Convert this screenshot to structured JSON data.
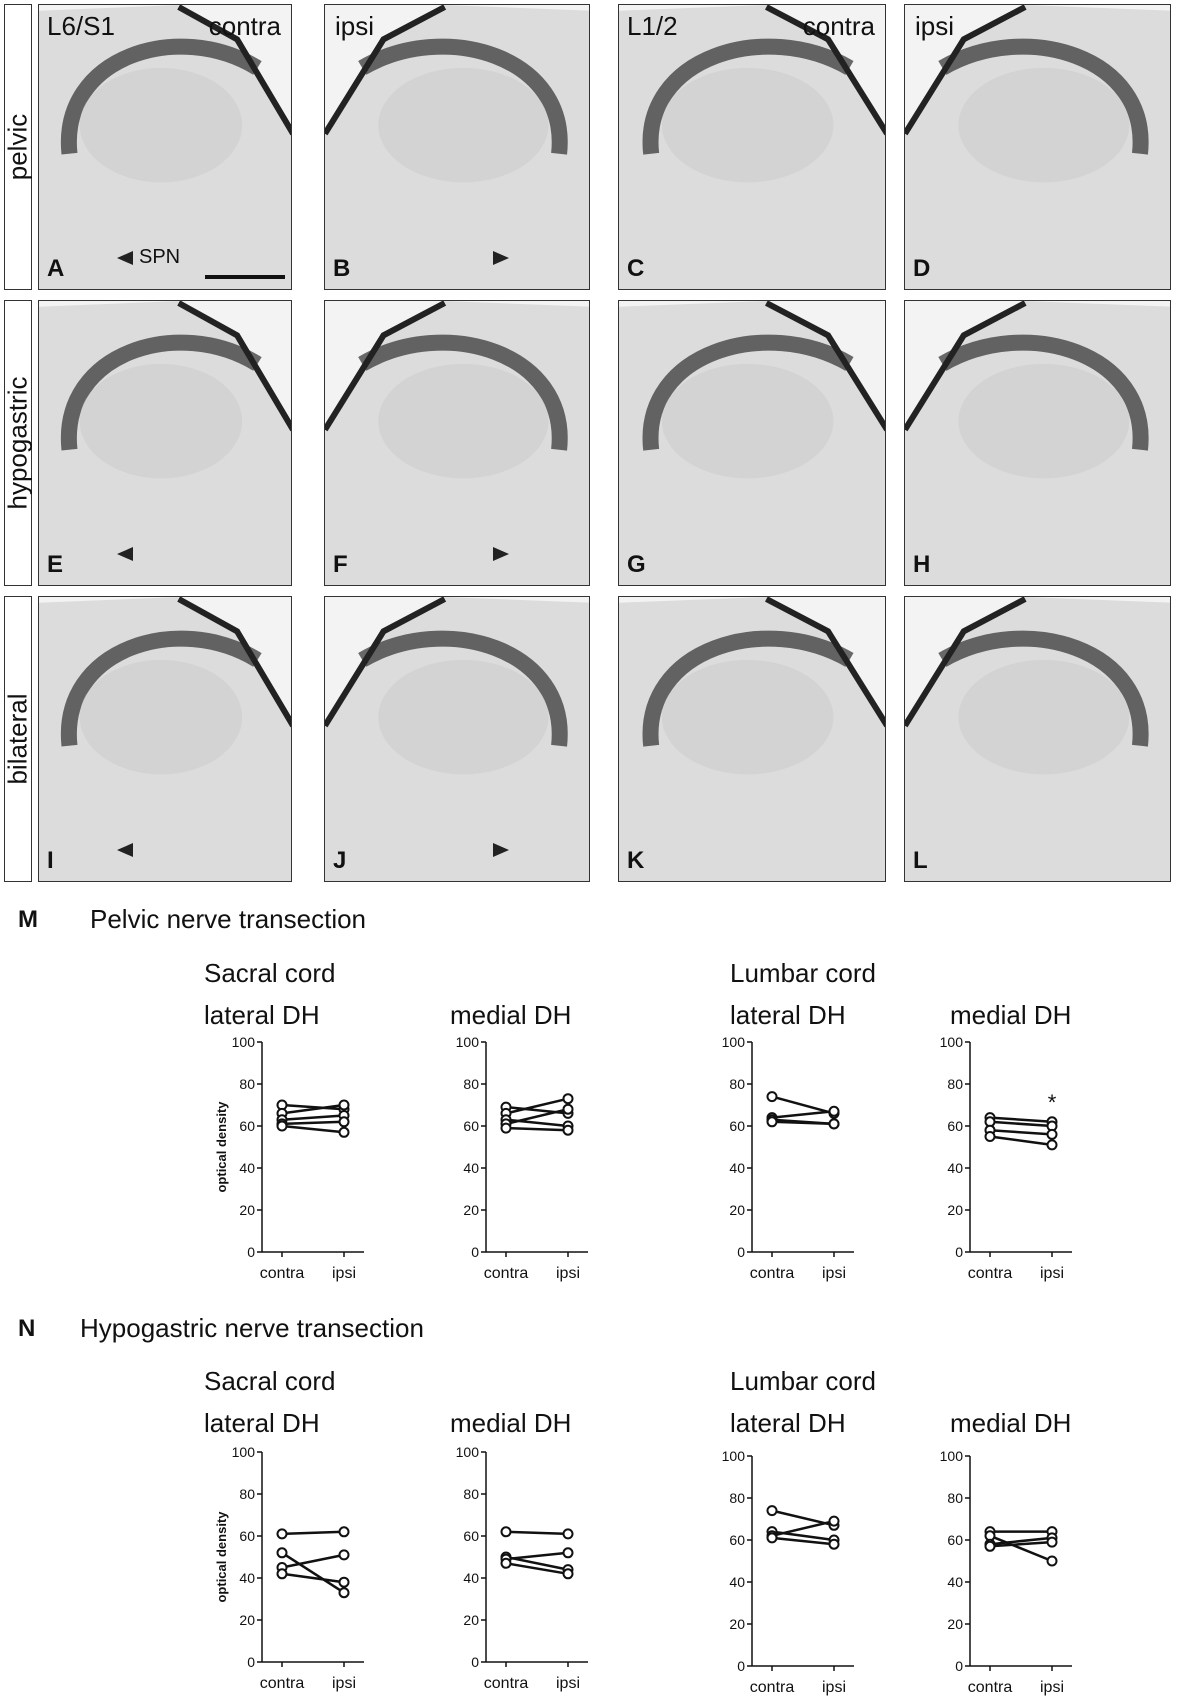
{
  "panels": {
    "row_labels": [
      "pelvic",
      "hypogastric",
      "bilateral"
    ],
    "column_labels": {
      "L6S1": "L6/S1",
      "L12": "L1/2",
      "contra": "contra",
      "ipsi": "ipsi"
    },
    "letters": [
      "A",
      "B",
      "C",
      "D",
      "E",
      "F",
      "G",
      "H",
      "I",
      "J",
      "K",
      "L"
    ],
    "spn_label": "SPN"
  },
  "sections": {
    "M": {
      "letter": "M",
      "title": "Pelvic nerve transection"
    },
    "N": {
      "letter": "N",
      "title": "Hypogastric nerve transection"
    }
  },
  "headings": {
    "sacral": "Sacral cord",
    "lumbar": "Lumbar cord",
    "lateral": "lateral DH",
    "medial": "medial DH"
  },
  "axis": {
    "ylabel": "optical density",
    "yticks": [
      "0",
      "20",
      "40",
      "60",
      "80",
      "100"
    ],
    "xticks": [
      "contra",
      "ipsi"
    ]
  },
  "chart_data": [
    {
      "type": "line",
      "group": "Pelvic nerve transection",
      "region": "Sacral cord lateral DH",
      "ylabel": "optical density",
      "categories": [
        "contra",
        "ipsi"
      ],
      "ylim": [
        0,
        100
      ],
      "series": [
        {
          "values": [
            70,
            68
          ]
        },
        {
          "values": [
            66,
            70
          ]
        },
        {
          "values": [
            63,
            65
          ]
        },
        {
          "values": [
            61,
            62
          ]
        },
        {
          "values": [
            60,
            57
          ]
        }
      ]
    },
    {
      "type": "line",
      "group": "Pelvic nerve transection",
      "region": "Sacral cord medial DH",
      "ylabel": "",
      "categories": [
        "contra",
        "ipsi"
      ],
      "ylim": [
        0,
        100
      ],
      "series": [
        {
          "values": [
            69,
            66
          ]
        },
        {
          "values": [
            66,
            73
          ]
        },
        {
          "values": [
            63,
            60
          ]
        },
        {
          "values": [
            61,
            68
          ]
        },
        {
          "values": [
            59,
            58
          ]
        }
      ]
    },
    {
      "type": "line",
      "group": "Pelvic nerve transection",
      "region": "Lumbar cord lateral DH",
      "ylabel": "",
      "categories": [
        "contra",
        "ipsi"
      ],
      "ylim": [
        0,
        100
      ],
      "series": [
        {
          "values": [
            74,
            66
          ]
        },
        {
          "values": [
            64,
            67
          ]
        },
        {
          "values": [
            63,
            61
          ]
        },
        {
          "values": [
            62,
            61
          ]
        }
      ]
    },
    {
      "type": "line",
      "group": "Pelvic nerve transection",
      "region": "Lumbar cord medial DH",
      "ylabel": "",
      "categories": [
        "contra",
        "ipsi"
      ],
      "ylim": [
        0,
        100
      ],
      "annotation": "*",
      "series": [
        {
          "values": [
            64,
            62
          ]
        },
        {
          "values": [
            62,
            60
          ]
        },
        {
          "values": [
            58,
            56
          ]
        },
        {
          "values": [
            55,
            51
          ]
        }
      ]
    },
    {
      "type": "line",
      "group": "Hypogastric nerve transection",
      "region": "Sacral cord lateral DH",
      "ylabel": "optical density",
      "categories": [
        "contra",
        "ipsi"
      ],
      "ylim": [
        0,
        100
      ],
      "series": [
        {
          "values": [
            61,
            62
          ]
        },
        {
          "values": [
            52,
            33
          ]
        },
        {
          "values": [
            45,
            51
          ]
        },
        {
          "values": [
            42,
            38
          ]
        }
      ]
    },
    {
      "type": "line",
      "group": "Hypogastric nerve transection",
      "region": "Sacral cord medial DH",
      "ylabel": "",
      "categories": [
        "contra",
        "ipsi"
      ],
      "ylim": [
        0,
        100
      ],
      "series": [
        {
          "values": [
            62,
            61
          ]
        },
        {
          "values": [
            50,
            44
          ]
        },
        {
          "values": [
            49,
            52
          ]
        },
        {
          "values": [
            47,
            42
          ]
        }
      ]
    },
    {
      "type": "line",
      "group": "Hypogastric nerve transection",
      "region": "Lumbar cord lateral DH",
      "ylabel": "",
      "categories": [
        "contra",
        "ipsi"
      ],
      "ylim": [
        0,
        100
      ],
      "series": [
        {
          "values": [
            74,
            67
          ]
        },
        {
          "values": [
            64,
            60
          ]
        },
        {
          "values": [
            62,
            69
          ]
        },
        {
          "values": [
            61,
            58
          ]
        }
      ]
    },
    {
      "type": "line",
      "group": "Hypogastric nerve transection",
      "region": "Lumbar cord medial DH",
      "ylabel": "",
      "categories": [
        "contra",
        "ipsi"
      ],
      "ylim": [
        0,
        100
      ],
      "series": [
        {
          "values": [
            64,
            64
          ]
        },
        {
          "values": [
            62,
            50
          ]
        },
        {
          "values": [
            58,
            61
          ]
        },
        {
          "values": [
            57,
            59
          ]
        }
      ]
    }
  ]
}
